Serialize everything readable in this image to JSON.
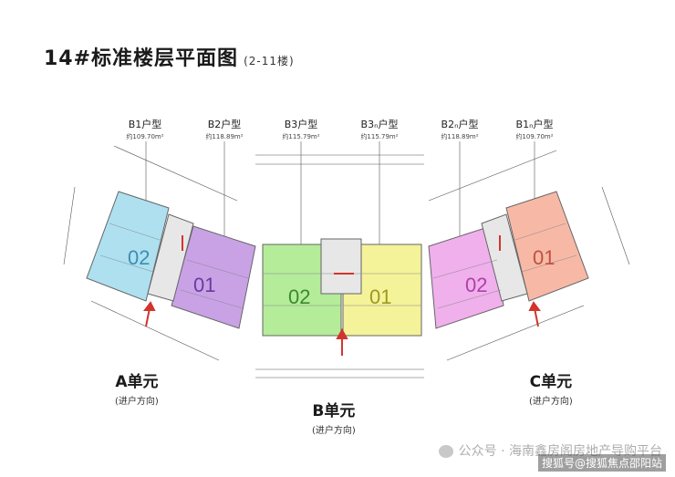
{
  "title": {
    "main": "14#标准楼层平面图",
    "sub": "(2-11楼)"
  },
  "types": [
    {
      "label": "B1户型",
      "area": "约109.70m²"
    },
    {
      "label": "B2户型",
      "area": "约118.89m²"
    },
    {
      "label": "B3户型",
      "area": "约115.79m²"
    },
    {
      "label": "B3ₙ户型",
      "area": "约115.79m²"
    },
    {
      "label": "B2ₙ户型",
      "area": "约118.89m²"
    },
    {
      "label": "B1ₙ户型",
      "area": "约109.70m²"
    }
  ],
  "units": [
    {
      "name": "A单元",
      "dir": "(进户方向)"
    },
    {
      "name": "B单元",
      "dir": "(进户方向)"
    },
    {
      "name": "C单元",
      "dir": "(进户方向)"
    }
  ],
  "room_numbers": [
    "02",
    "01",
    "02",
    "01",
    "02",
    "01"
  ],
  "colors": {
    "blue": "#aee0f0",
    "purple": "#c9a2e6",
    "green": "#b4ec9a",
    "yellow": "#f4f39a",
    "pink": "#f0b0ec",
    "salmon": "#f7b9a6",
    "arrow": "#d2352d"
  },
  "footer": {
    "text": "公众号 · 海南鑫房阁房地产导购平台"
  },
  "watermark": {
    "text": "搜狐号@搜狐焦点邵阳站"
  }
}
